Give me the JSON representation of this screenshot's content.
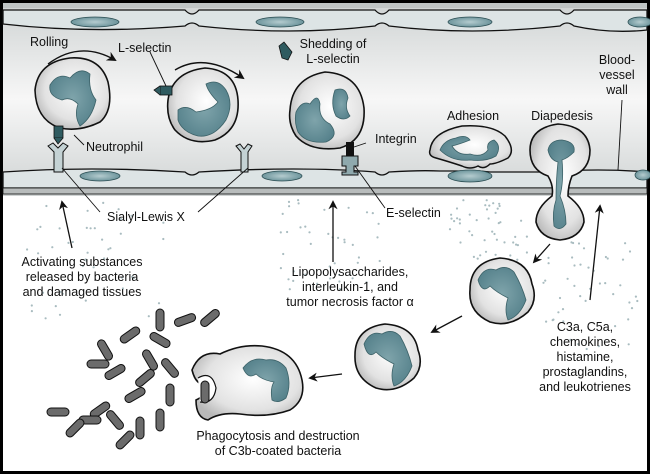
{
  "title": "Neutrophil rolling, adhesion, diapedesis, chemotaxis and phagocytosis",
  "colors": {
    "frame": "#000000",
    "vessel_lumen": "#e6e8e8",
    "endothelium": "#dde4e5",
    "nucleus": "#5f8a92",
    "selectin": "#2f5b60",
    "sialyl": "#c4d2d4",
    "integrin": "#111111",
    "bacteria": "#6b6b6b",
    "dots": "#a9bcc0"
  },
  "labels": {
    "rolling": "Rolling",
    "l_selectin": "L-selectin",
    "shedding_1": "Shedding of",
    "shedding_2": "L-selectin",
    "neutrophil": "Neutrophil",
    "integrin": "Integrin",
    "adhesion": "Adhesion",
    "diapedesis": "Diapedesis",
    "vessel_wall_1": "Blood-",
    "vessel_wall_2": "vessel",
    "vessel_wall_3": "wall",
    "sialyl_lewis": "Sialyl-Lewis X",
    "e_selectin": "E-selectin",
    "activating_1": "Activating substances",
    "activating_2": "released by bacteria",
    "activating_3": "and damaged tissues",
    "lps_1": "Lipopolysaccharides,",
    "lps_2": "interleukin-1, and",
    "lps_3": "tumor necrosis factor α",
    "chemo_1": "C3a, C5a,",
    "chemo_2": "chemokines,",
    "chemo_3": "histamine,",
    "chemo_4": "prostaglandins,",
    "chemo_5": "and leukotrienes",
    "phago_1": "Phagocytosis and destruction",
    "phago_2": "of C3b-coated bacteria"
  }
}
